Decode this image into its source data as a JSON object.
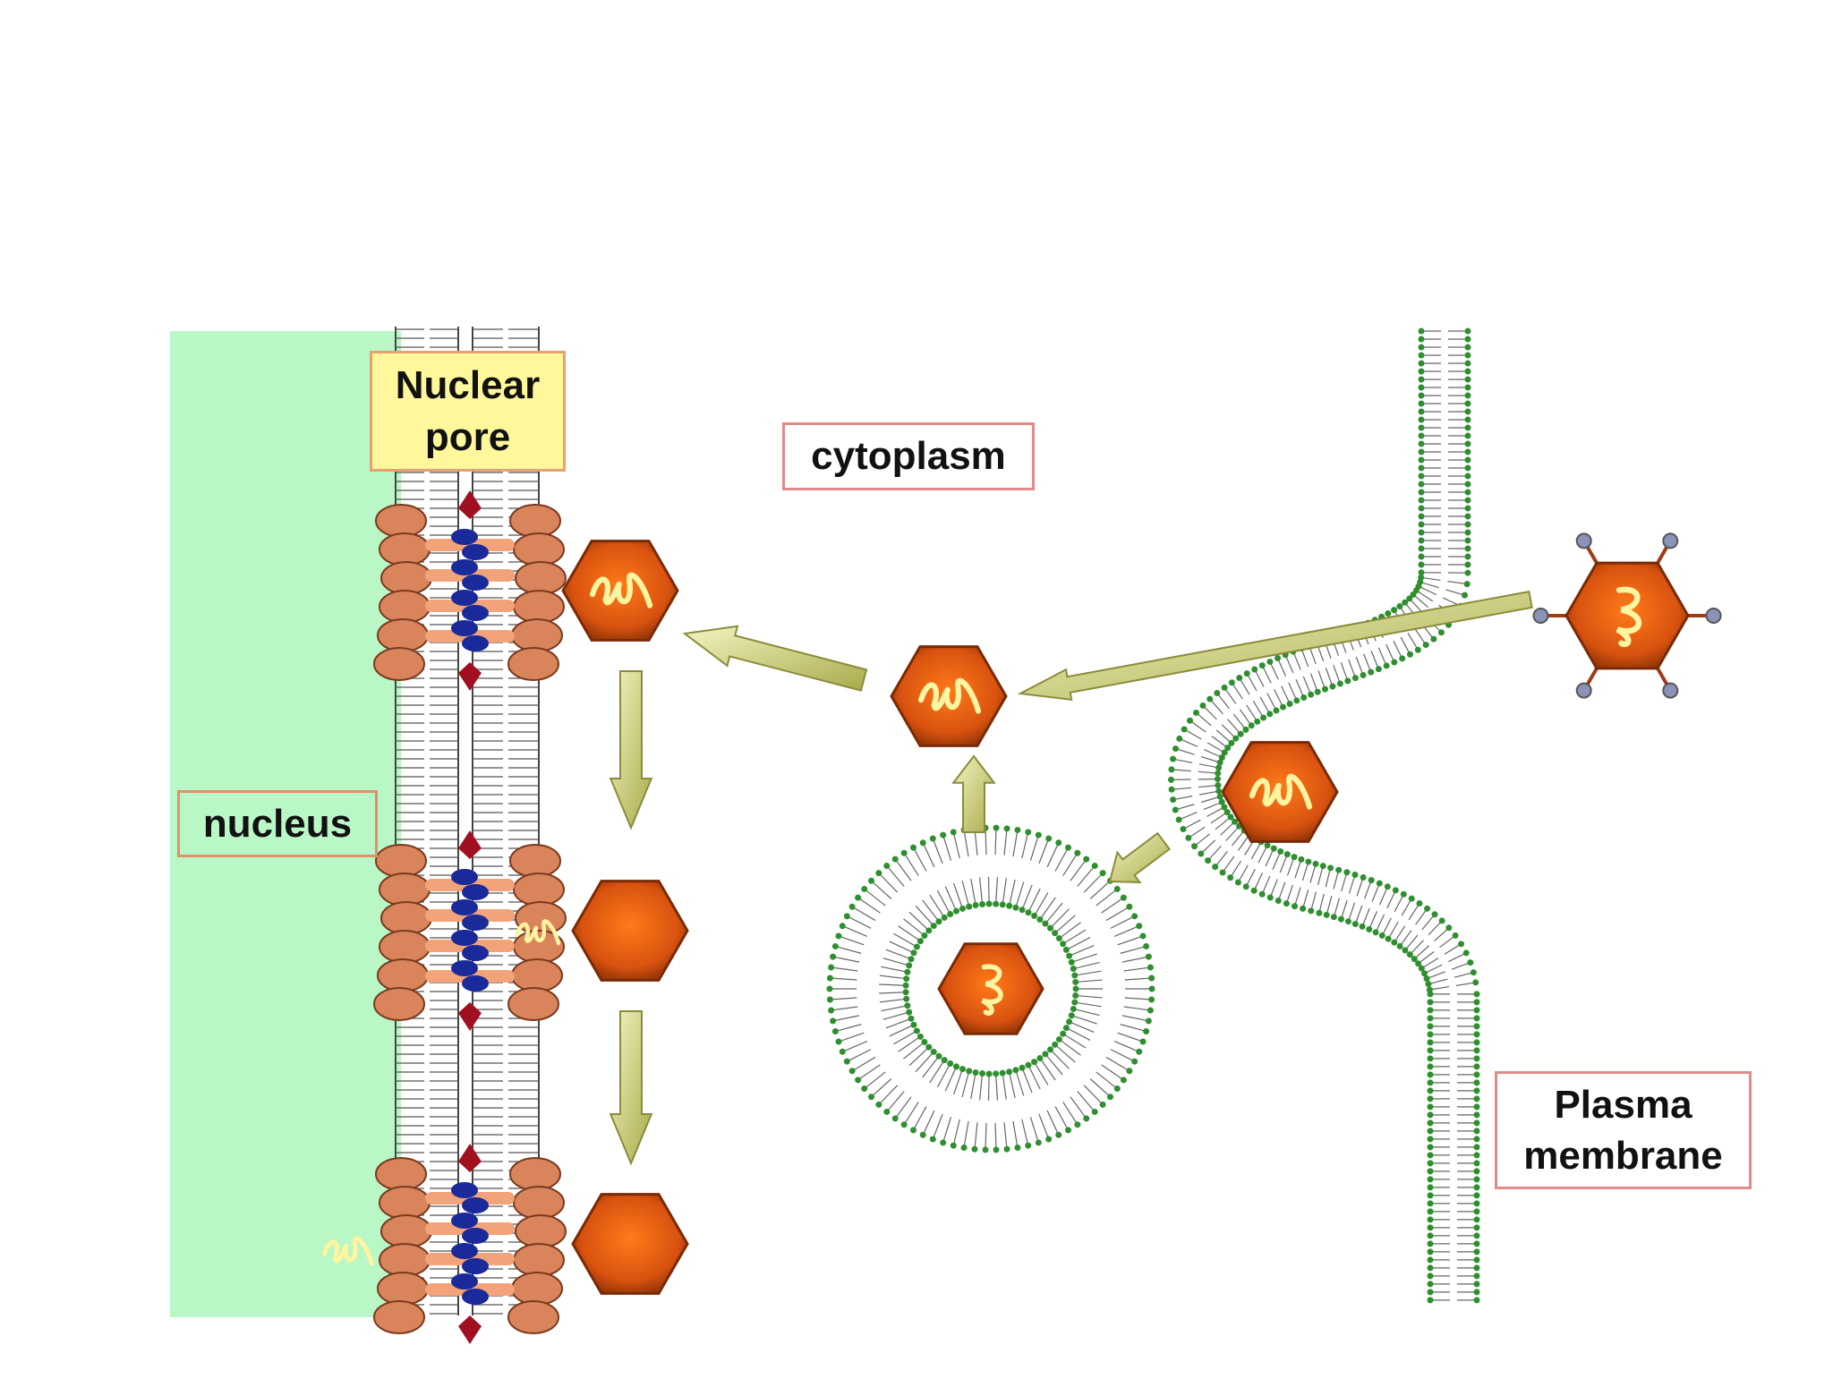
{
  "labels": {
    "nuclear_pore": "Nuclear pore",
    "cytoplasm": "cytoplasm",
    "nucleus": "nucleus",
    "plasma_membrane": "Plasma membrane"
  },
  "colors": {
    "nucleus_fill": "#b9f7c6",
    "capsid_fill": "#d9520f",
    "capsid_border": "#7a2a05",
    "genome_strand": "#fff4a0",
    "arrow_fill": "#d9db8c",
    "lipid_head_green": "#2f8f2f",
    "pore_protein": "#d9845a",
    "pore_channel_blue": "#1a2a9a",
    "pore_channel_red": "#a01020",
    "pore_label_fill": "#fff79b"
  }
}
